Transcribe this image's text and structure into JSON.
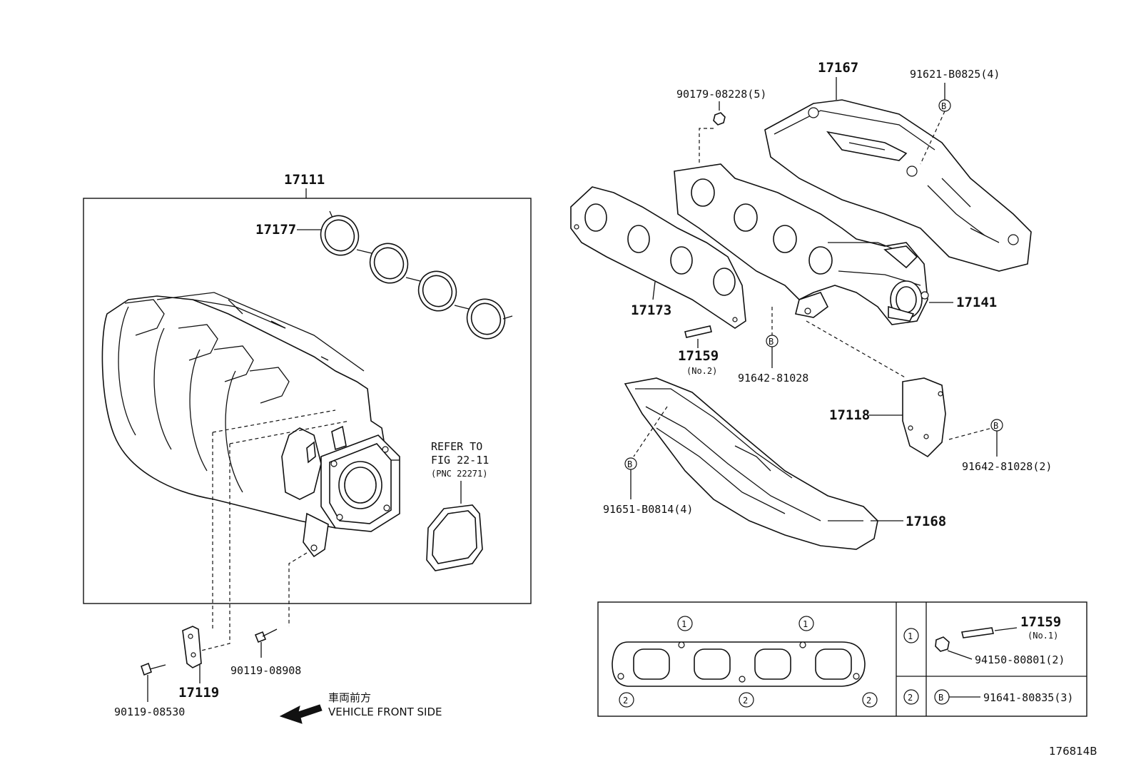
{
  "labels": {
    "p17111": "17111",
    "p17177": "17177",
    "p17167": "17167",
    "p91621": "91621-B0825(4)",
    "p90179": "90179-08228(5)",
    "p17173": "17173",
    "p17141": "17141",
    "p17159": "17159",
    "p17159_no2": "(No.2)",
    "p91642a": "91642-81028",
    "p17118": "17118",
    "p91642b": "91642-81028(2)",
    "p91651": "91651-B0814(4)",
    "p17168": "17168",
    "refer1": "REFER TO",
    "refer2": "FIG 22-11",
    "refer3": "(PNC 22271)",
    "p90119a": "90119-08908",
    "p17119": "17119",
    "p90119b": "90119-08530",
    "front_jp": "車両前方",
    "front_en": "VEHICLE FRONT SIDE",
    "drawing_no": "176814B"
  },
  "table": {
    "circle1": "1",
    "circle2": "2",
    "circleB": "B",
    "stud": "17159",
    "stud_no": "(No.1)",
    "bolt1": "94150-80801(2)",
    "bolt2": "91641-80835(3)"
  }
}
